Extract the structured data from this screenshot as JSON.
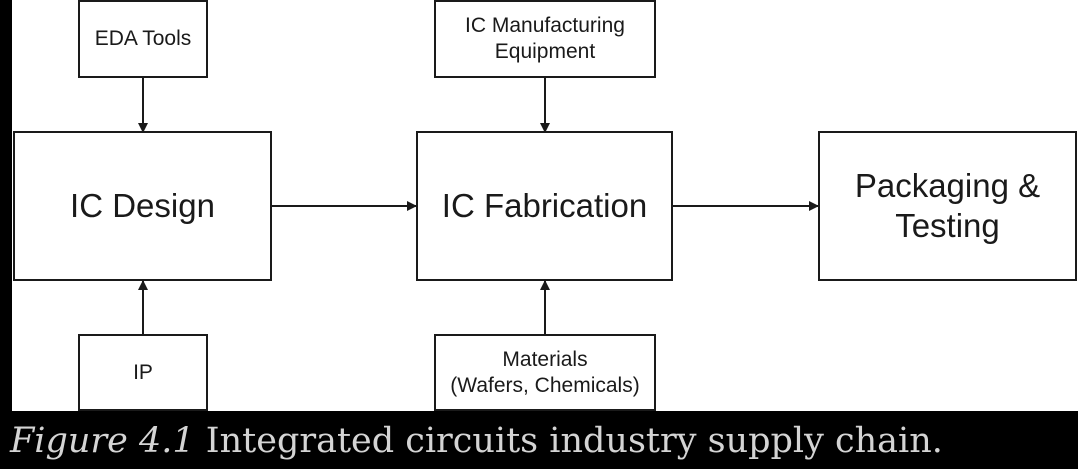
{
  "diagram": {
    "nodes": {
      "eda_tools": "EDA Tools",
      "ic_manufacturing_equipment": "IC Manufacturing\nEquipment",
      "ic_design": "IC Design",
      "ic_fabrication": "IC Fabrication",
      "packaging_testing": "Packaging &\nTesting",
      "ip": "IP",
      "materials": "Materials\n(Wafers, Chemicals)"
    },
    "edges": [
      {
        "from": "eda_tools",
        "to": "ic_design"
      },
      {
        "from": "ip",
        "to": "ic_design"
      },
      {
        "from": "ic_manufacturing_equipment",
        "to": "ic_fabrication"
      },
      {
        "from": "materials",
        "to": "ic_fabrication"
      },
      {
        "from": "ic_design",
        "to": "ic_fabrication"
      },
      {
        "from": "ic_fabrication",
        "to": "packaging_testing"
      }
    ],
    "colors": {
      "background": "#000000",
      "diagram_background": "#ffffff",
      "stroke": "#1a1a1a",
      "caption_text": "#d4d4d4"
    }
  },
  "caption": {
    "figure_label": "Figure 4.1",
    "text": "Integrated circuits industry supply chain."
  }
}
